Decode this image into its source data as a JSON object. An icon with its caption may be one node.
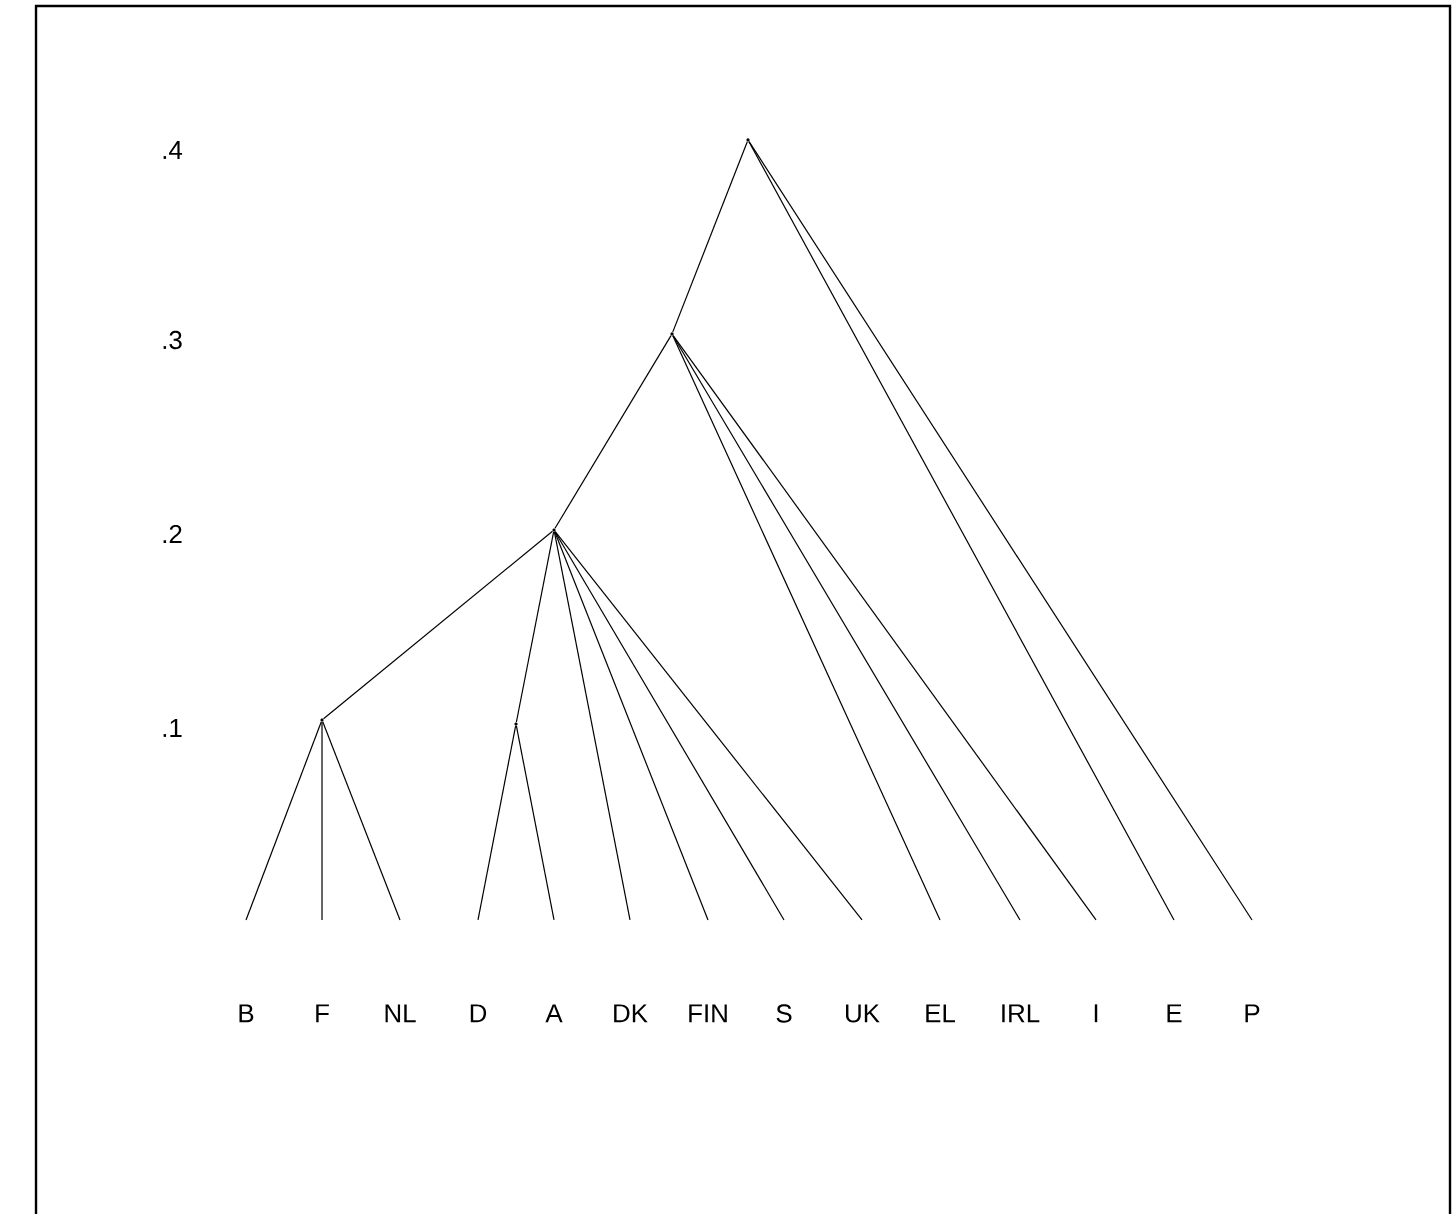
{
  "diagram": {
    "nodes": [
      {
        "text": [
          "B"
        ]
      },
      {
        "text": [
          "F"
        ]
      },
      {
        "text": [
          "NL"
        ]
      },
      {
        "text": [
          "D"
        ]
      },
      {
        "text": [
          "A"
        ]
      },
      {
        "text": [
          "DK"
        ]
      },
      {
        "text": [
          "FIN"
        ]
      },
      {
        "text": [
          "S"
        ]
      },
      {
        "text": [
          "UK"
        ]
      },
      {
        "text": [
          "EL"
        ]
      },
      {
        "text": [
          "IRL"
        ]
      },
      {
        "text": [
          "I"
        ]
      },
      {
        "text": [
          "E"
        ]
      },
      {
        "text": [
          "P"
        ]
      },
      {
        "text": [],
        "shape": "point"
      },
      {
        "text": [],
        "shape": "point"
      },
      {
        "text": [],
        "shape": "point"
      },
      {
        "text": [],
        "shape": "point"
      },
      {
        "text": [],
        "shape": "point"
      }
    ],
    "edges": [
      {
        "from": 14,
        "to": 15,
        "arrow": "none"
      },
      {
        "from": 14,
        "to": 12,
        "arrow": "none"
      },
      {
        "from": 14,
        "to": 13,
        "arrow": "none"
      },
      {
        "from": 15,
        "to": 16,
        "arrow": "none"
      },
      {
        "from": 15,
        "to": 9,
        "arrow": "none"
      },
      {
        "from": 15,
        "to": 10,
        "arrow": "none"
      },
      {
        "from": 15,
        "to": 11,
        "arrow": "none"
      },
      {
        "from": 16,
        "to": 17,
        "arrow": "none"
      },
      {
        "from": 16,
        "to": 18,
        "arrow": "none"
      },
      {
        "from": 16,
        "to": 5,
        "arrow": "none"
      },
      {
        "from": 16,
        "to": 6,
        "arrow": "none"
      },
      {
        "from": 16,
        "to": 7,
        "arrow": "none"
      },
      {
        "from": 16,
        "to": 8,
        "arrow": "none"
      },
      {
        "from": 17,
        "to": 0,
        "arrow": "none"
      },
      {
        "from": 17,
        "to": 1,
        "arrow": "none"
      },
      {
        "from": 17,
        "to": 2,
        "arrow": "none"
      },
      {
        "from": 18,
        "to": 3,
        "arrow": "none"
      },
      {
        "from": 18,
        "to": 4,
        "arrow": "none"
      }
    ],
    "labels": [
      ".4",
      ".3",
      ".2",
      ".1"
    ]
  }
}
